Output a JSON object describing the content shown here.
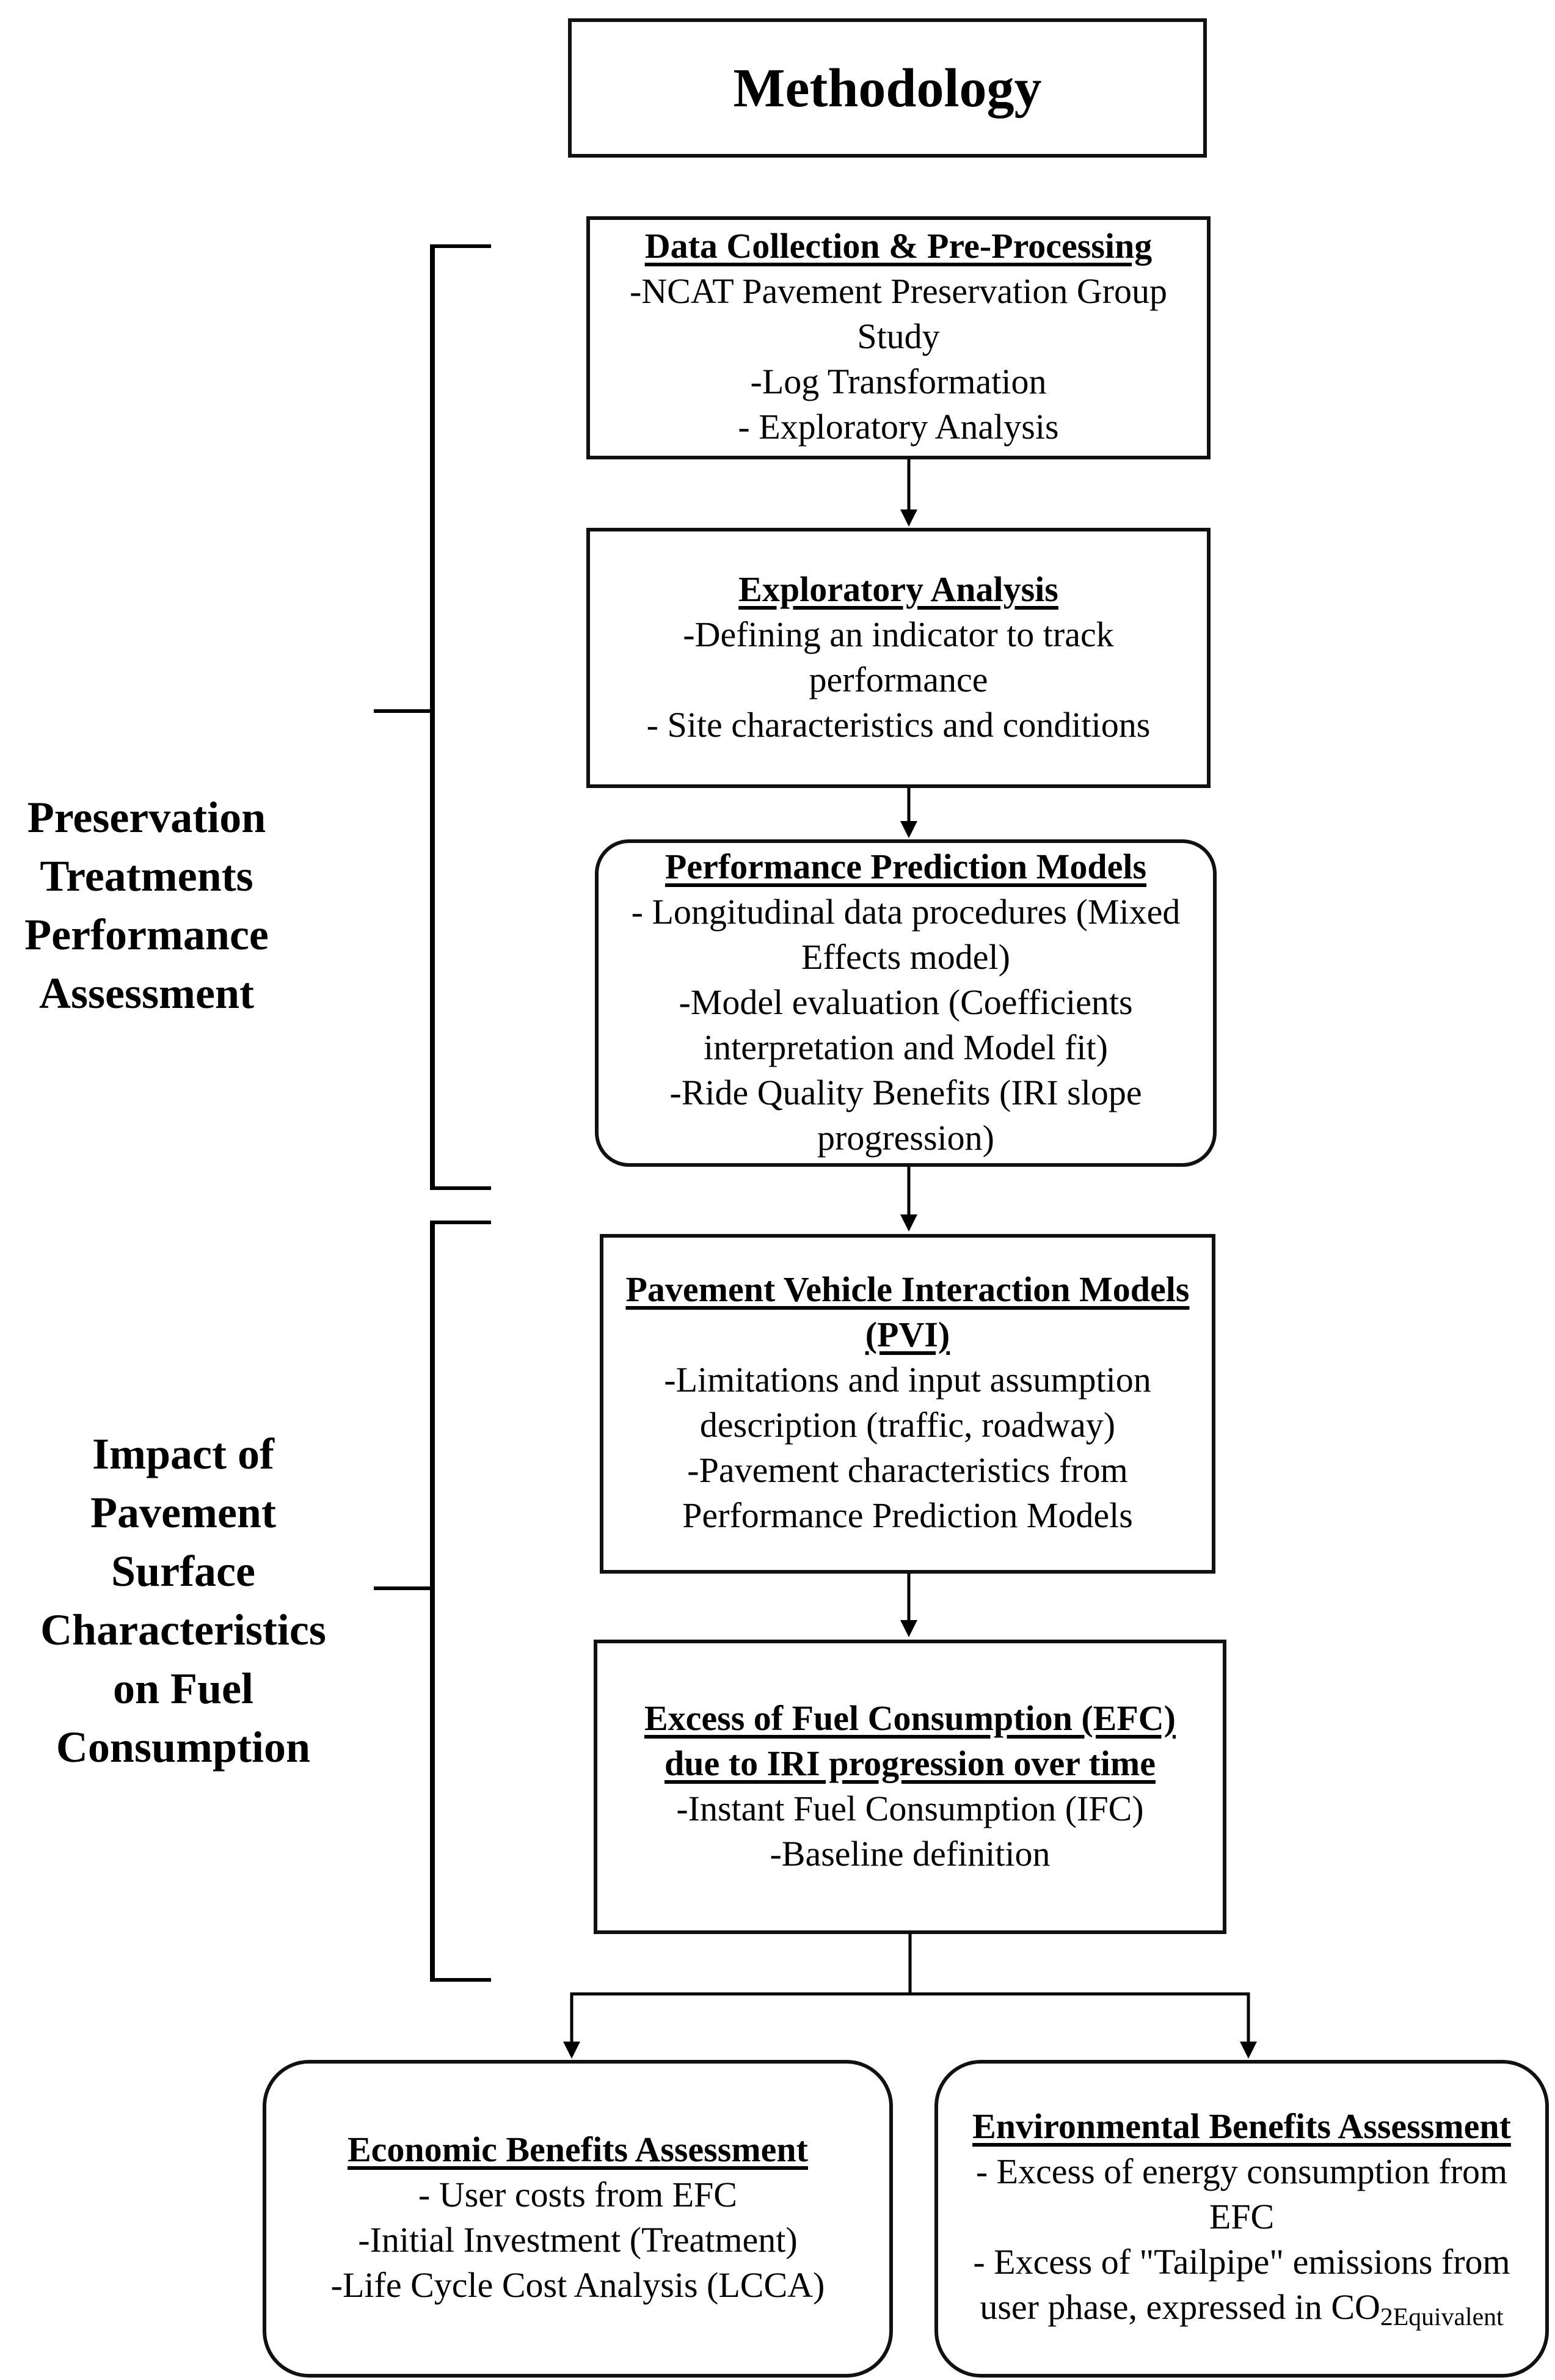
{
  "title": "Methodology",
  "side_labels": [
    {
      "lines": [
        "Preservation",
        "Treatments",
        "Performance",
        "Assessment"
      ]
    },
    {
      "lines": [
        "Impact of",
        "Pavement",
        "Surface",
        "Characteristics",
        "on Fuel",
        "Consumption"
      ]
    }
  ],
  "boxes": [
    {
      "header_lines": [
        "Data Collection & Pre-Processing"
      ],
      "body_lines": [
        "-NCAT Pavement Preservation Group",
        "Study",
        "-Log Transformation",
        "- Exploratory Analysis"
      ]
    },
    {
      "header_lines": [
        "Exploratory Analysis"
      ],
      "body_lines": [
        "-Defining an indicator to track",
        "performance",
        "- Site characteristics and conditions"
      ]
    },
    {
      "header_lines": [
        "Performance Prediction Models"
      ],
      "body_lines": [
        "- Longitudinal data procedures (Mixed",
        "Effects model)",
        "-Model evaluation (Coefficients",
        "interpretation and Model fit)",
        "-Ride Quality Benefits (IRI slope",
        "progression)"
      ]
    },
    {
      "header_lines": [
        "Pavement Vehicle Interaction Models",
        "(PVI)"
      ],
      "body_lines": [
        "-Limitations and input assumption",
        "description (traffic, roadway)",
        "-Pavement characteristics from",
        "Performance Prediction Models"
      ]
    },
    {
      "header_lines": [
        "Excess of Fuel Consumption (EFC)",
        "due to IRI progression over time"
      ],
      "body_lines": [
        "-Instant Fuel Consumption (IFC)",
        "-Baseline definition"
      ]
    },
    {
      "header_lines": [
        "Economic Benefits Assessment"
      ],
      "body_lines": [
        "- User costs from EFC",
        "-Initial Investment (Treatment)",
        "-Life Cycle Cost Analysis (LCCA)"
      ]
    },
    {
      "header_lines": [
        "Environmental Benefits Assessment"
      ],
      "body_lines": [
        "- Excess of energy consumption from",
        "EFC",
        "- Excess of \"Tailpipe\" emissions from"
      ],
      "co2_line": {
        "main": "user phase, expressed in CO",
        "sub": "2Equivalent"
      }
    }
  ],
  "colors": {
    "line": "#000000",
    "text": "#000000",
    "background": "#ffffff"
  }
}
